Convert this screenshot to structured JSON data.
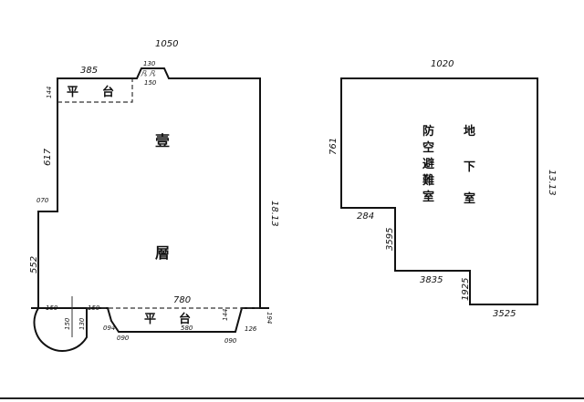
{
  "upper_floor": {
    "labels": {
      "floor": "壹",
      "floor2": "層",
      "terrace_top_1": "平",
      "terrace_top_2": "台",
      "terrace_bottom_1": "平",
      "terrace_bottom_2": "台"
    },
    "dims": {
      "top_total": "1050",
      "top_left": "385",
      "bump_top": "130",
      "bump_mid": "凡 凡",
      "bump_bot": "150",
      "left_top": "144",
      "left_mid": "617",
      "left_step": "070",
      "left_bottom": "552",
      "right": "18.13",
      "bottom_total": "780",
      "bottom_mid": "580",
      "bl_150a": "150",
      "bl_150b": "150",
      "bl_150c": "150",
      "bl_130": "130",
      "b_094a": "094",
      "b_090a": "090",
      "b_144": "144",
      "b_126": "126",
      "b_090b": "090",
      "b_194": "194"
    }
  },
  "basement": {
    "labels": {
      "col1_1": "地",
      "col1_2": "下",
      "col1_3": "室",
      "col2_1": "防",
      "col2_2": "空",
      "col2_3": "避",
      "col2_4": "難",
      "col2_5": "室"
    },
    "dims": {
      "top": "1020",
      "left": "761",
      "right": "13.13",
      "step1_w": "284",
      "step1_h": "3595",
      "step2_w": "3835",
      "step2_h": "1925",
      "bottom": "3525"
    }
  }
}
